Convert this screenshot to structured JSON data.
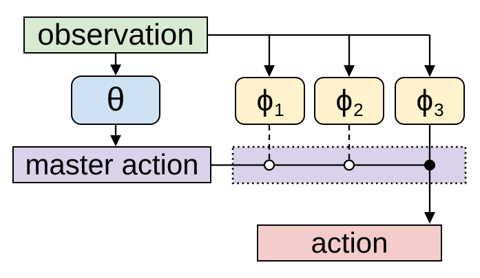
{
  "diagram": {
    "title": "hierarchical policy diagram",
    "background": "#ffffff",
    "line_color": "#000000",
    "nodes": {
      "observation": {
        "label": "observation",
        "fill": "#d9ead3",
        "shape": "rectangle"
      },
      "theta": {
        "label": "θ",
        "fill": "#cfe2f3",
        "shape": "rounded"
      },
      "phi": {
        "fill": "#fff2cc",
        "shape": "rounded",
        "symbol": "ϕ",
        "items": [
          {
            "sub": "1"
          },
          {
            "sub": "2"
          },
          {
            "sub": "3"
          }
        ]
      },
      "master_action": {
        "label": "master action",
        "fill": "#d9d2e9",
        "shape": "rectangle"
      },
      "selector_region": {
        "fill": "#d9d2e9",
        "border_style": "dotted",
        "markers": [
          "open-circle",
          "open-circle",
          "filled-circle"
        ]
      },
      "action": {
        "label": "action",
        "fill": "#f4cccc",
        "shape": "rectangle"
      }
    }
  }
}
